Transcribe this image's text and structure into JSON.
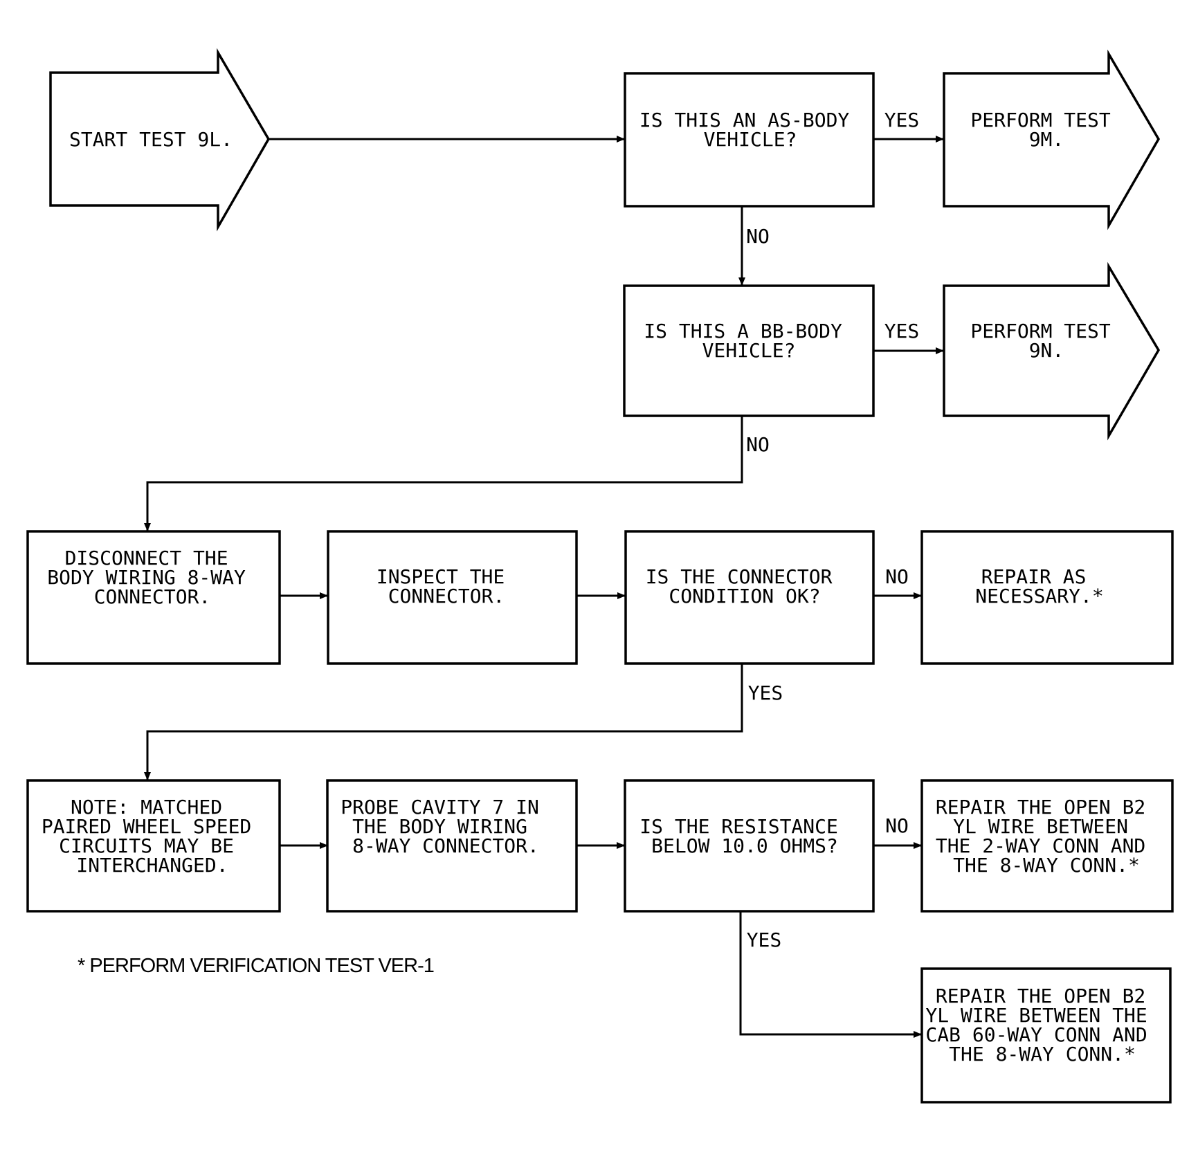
{
  "nodes": {
    "start": {
      "lines": [
        "START TEST 9L."
      ]
    },
    "q_as_body": {
      "lines": [
        "IS THIS AN AS-BODY",
        "VEHICLE?"
      ]
    },
    "test_9m": {
      "lines": [
        "PERFORM TEST",
        "9M."
      ]
    },
    "q_bb_body": {
      "lines": [
        "IS THIS A BB-BODY",
        "VEHICLE?"
      ]
    },
    "test_9n": {
      "lines": [
        "PERFORM TEST",
        "9N."
      ]
    },
    "disconnect": {
      "lines": [
        "DISCONNECT THE",
        "BODY WIRING 8-WAY",
        "CONNECTOR."
      ]
    },
    "inspect": {
      "lines": [
        "INSPECT THE",
        "CONNECTOR."
      ]
    },
    "q_condition": {
      "lines": [
        "IS THE CONNECTOR",
        "CONDITION OK?"
      ]
    },
    "repair_as_necessary": {
      "lines": [
        "REPAIR AS",
        "NECESSARY.*"
      ]
    },
    "note": {
      "lines": [
        "NOTE:  MATCHED",
        "PAIRED WHEEL SPEED",
        "CIRCUITS MAY BE",
        "INTERCHANGED."
      ]
    },
    "probe": {
      "lines": [
        "PROBE CAVITY 7 IN",
        "THE BODY WIRING",
        "8-WAY CONNECTOR."
      ]
    },
    "q_resistance": {
      "lines": [
        "IS THE RESISTANCE",
        "BELOW 10.0 OHMS?"
      ]
    },
    "repair_2way": {
      "lines": [
        "REPAIR THE OPEN B2",
        "YL WIRE BETWEEN",
        "THE 2-WAY CONN AND",
        "THE 8-WAY CONN.*"
      ]
    },
    "repair_60way": {
      "lines": [
        "REPAIR THE OPEN B2",
        "YL WIRE BETWEEN THE",
        "CAB 60-WAY CONN AND",
        "THE 8-WAY CONN.*"
      ]
    }
  },
  "edge_labels": {
    "as_yes": "YES",
    "as_no": "NO",
    "bb_yes": "YES",
    "bb_no": "NO",
    "condition_no": "NO",
    "condition_yes": "YES",
    "resistance_no": "NO",
    "resistance_yes": "YES"
  },
  "footnote": "* PERFORM VERIFICATION TEST VER-1"
}
